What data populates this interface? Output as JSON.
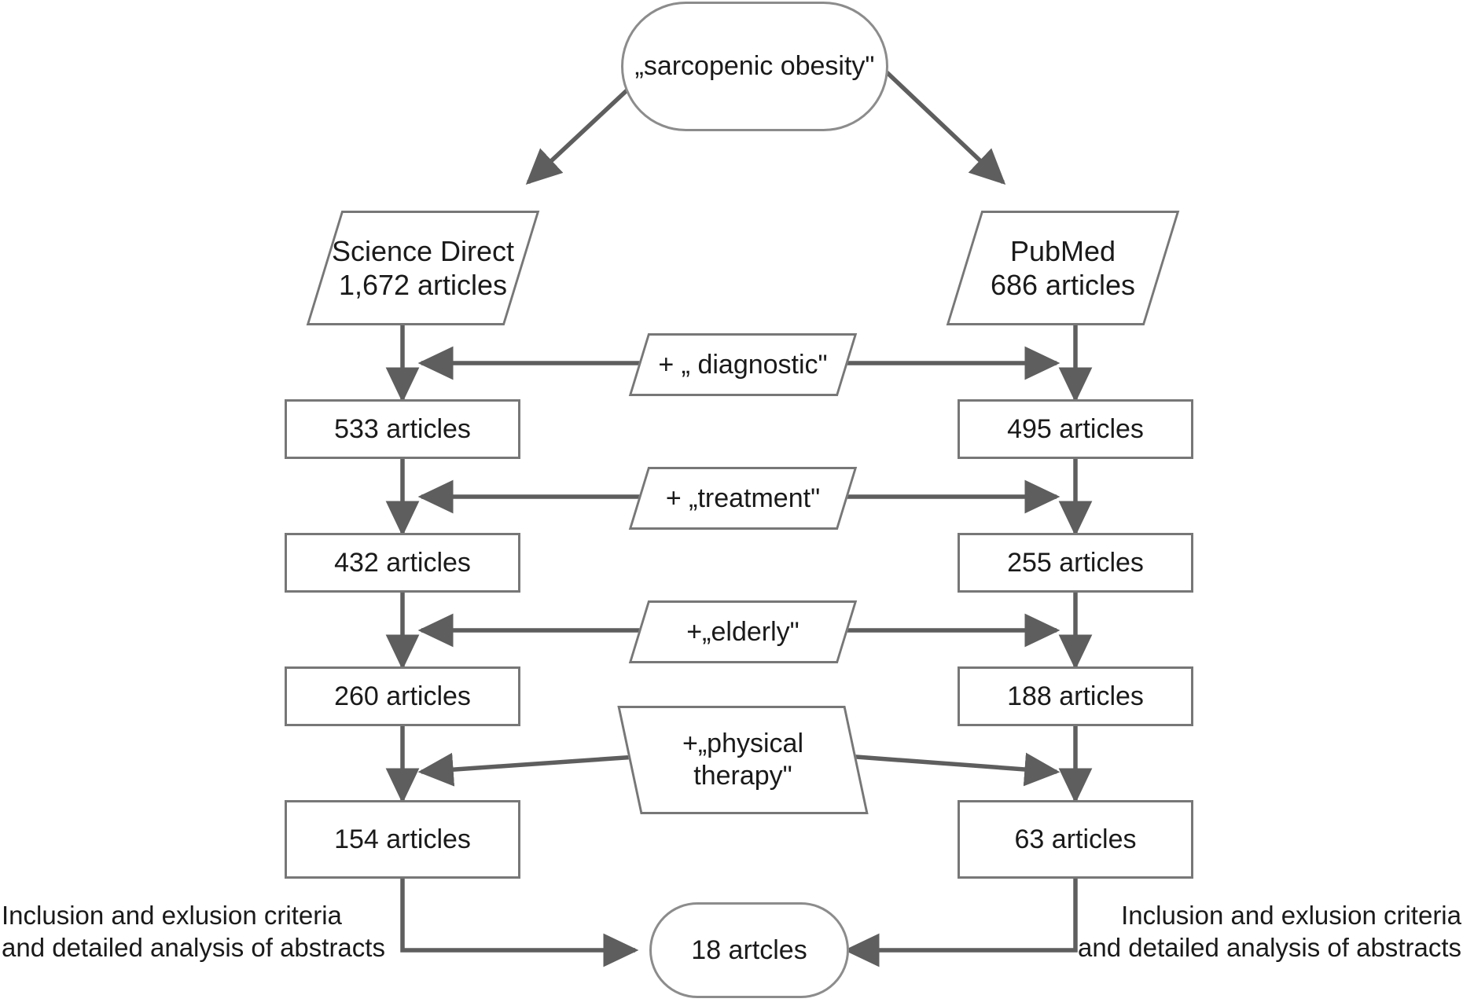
{
  "diagram": {
    "title": "Literature search flow diagram",
    "colors": {
      "stroke": "#777777",
      "stadium_stroke": "#8c8c8c",
      "arrow": "#5e5e5e",
      "text": "#1a1a1a",
      "background": "#ffffff"
    },
    "root": {
      "label": "„sarcopenic obesity\""
    },
    "sources": {
      "left": {
        "label": "Science Direct\n1,672 articles"
      },
      "right": {
        "label": "PubMed\n686 articles"
      }
    },
    "filters": [
      {
        "label": "+ „ diagnostic\""
      },
      {
        "label": "+ „treatment\""
      },
      {
        "label": "+„elderly\""
      },
      {
        "label": "+„physical\ntherapy\""
      }
    ],
    "left_column": [
      {
        "label": "533 articles"
      },
      {
        "label": "432 articles"
      },
      {
        "label": "260 articles"
      },
      {
        "label": "154 articles"
      }
    ],
    "right_column": [
      {
        "label": "495 articles"
      },
      {
        "label": "255 articles"
      },
      {
        "label": "188 articles"
      },
      {
        "label": "63 articles"
      }
    ],
    "captions": {
      "left": "Inclusion and exlusion criteria\nand detailed analysis of abstracts",
      "right": "Inclusion and exlusion criteria\nand detailed analysis of abstracts"
    },
    "result": {
      "label": "18 artcles"
    }
  }
}
